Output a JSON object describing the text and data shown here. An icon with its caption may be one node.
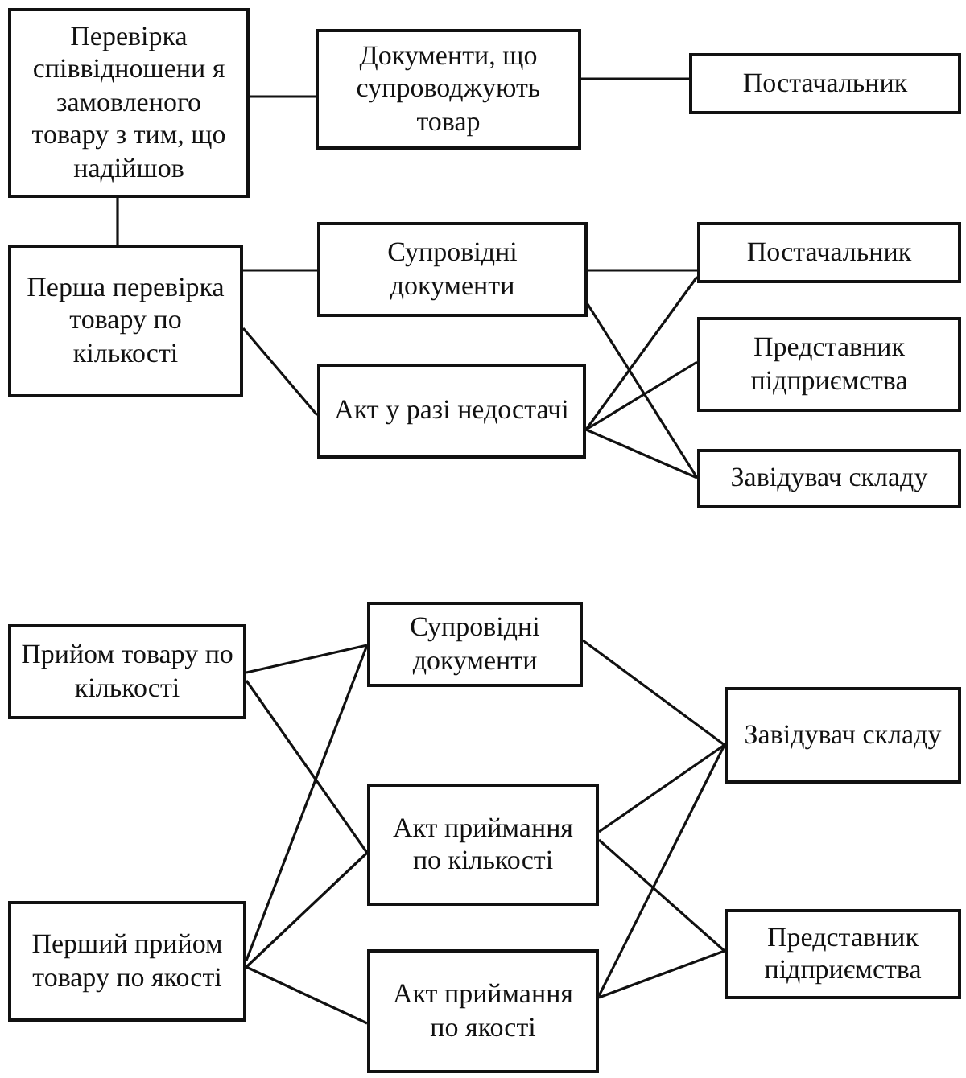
{
  "diagram": {
    "nodes": [
      {
        "text": [
          "Перевірка співвідношени я замовленого товару з тим, що надійшов"
        ]
      },
      {
        "text": [
          "Документи, що супроводжують товар"
        ]
      },
      {
        "text": [
          "Постачальник"
        ]
      },
      {
        "text": [
          "Перша перевірка товару по кількості"
        ]
      },
      {
        "text": [
          "Супровідні документи"
        ]
      },
      {
        "text": [
          "Акт у разі недостачі"
        ]
      },
      {
        "text": [
          "Постачальник"
        ]
      },
      {
        "text": [
          "Представник підприємства"
        ]
      },
      {
        "text": [
          "Завідувач складу"
        ]
      },
      {
        "text": [
          "Прийом товару по кількості"
        ]
      },
      {
        "text": [
          "Перший прийом товару по якості"
        ]
      },
      {
        "text": [
          "Супровідні документи"
        ]
      },
      {
        "text": [
          "Акт приймання по кількості"
        ]
      },
      {
        "text": [
          "Акт приймання по якості"
        ]
      },
      {
        "text": [
          "Завідувач складу"
        ]
      },
      {
        "text": [
          "Представник підприємства"
        ]
      }
    ],
    "edges": [
      {
        "from": 0,
        "to": 1,
        "arrow": "none"
      },
      {
        "from": 1,
        "to": 2,
        "arrow": "none"
      },
      {
        "from": 0,
        "to": 3,
        "arrow": "none"
      },
      {
        "from": 3,
        "to": 4,
        "arrow": "none"
      },
      {
        "from": 3,
        "to": 5,
        "arrow": "none"
      },
      {
        "from": 4,
        "to": 6,
        "arrow": "none"
      },
      {
        "from": 4,
        "to": 8,
        "arrow": "none"
      },
      {
        "from": 5,
        "to": 6,
        "arrow": "none"
      },
      {
        "from": 5,
        "to": 7,
        "arrow": "none"
      },
      {
        "from": 5,
        "to": 8,
        "arrow": "none"
      },
      {
        "from": 9,
        "to": 11,
        "arrow": "none"
      },
      {
        "from": 9,
        "to": 12,
        "arrow": "none"
      },
      {
        "from": 10,
        "to": 11,
        "arrow": "none"
      },
      {
        "from": 10,
        "to": 12,
        "arrow": "none"
      },
      {
        "from": 10,
        "to": 13,
        "arrow": "none"
      },
      {
        "from": 11,
        "to": 14,
        "arrow": "none"
      },
      {
        "from": 12,
        "to": 14,
        "arrow": "none"
      },
      {
        "from": 12,
        "to": 15,
        "arrow": "none"
      },
      {
        "from": 13,
        "to": 14,
        "arrow": "none"
      },
      {
        "from": 13,
        "to": 15,
        "arrow": "none"
      }
    ]
  }
}
